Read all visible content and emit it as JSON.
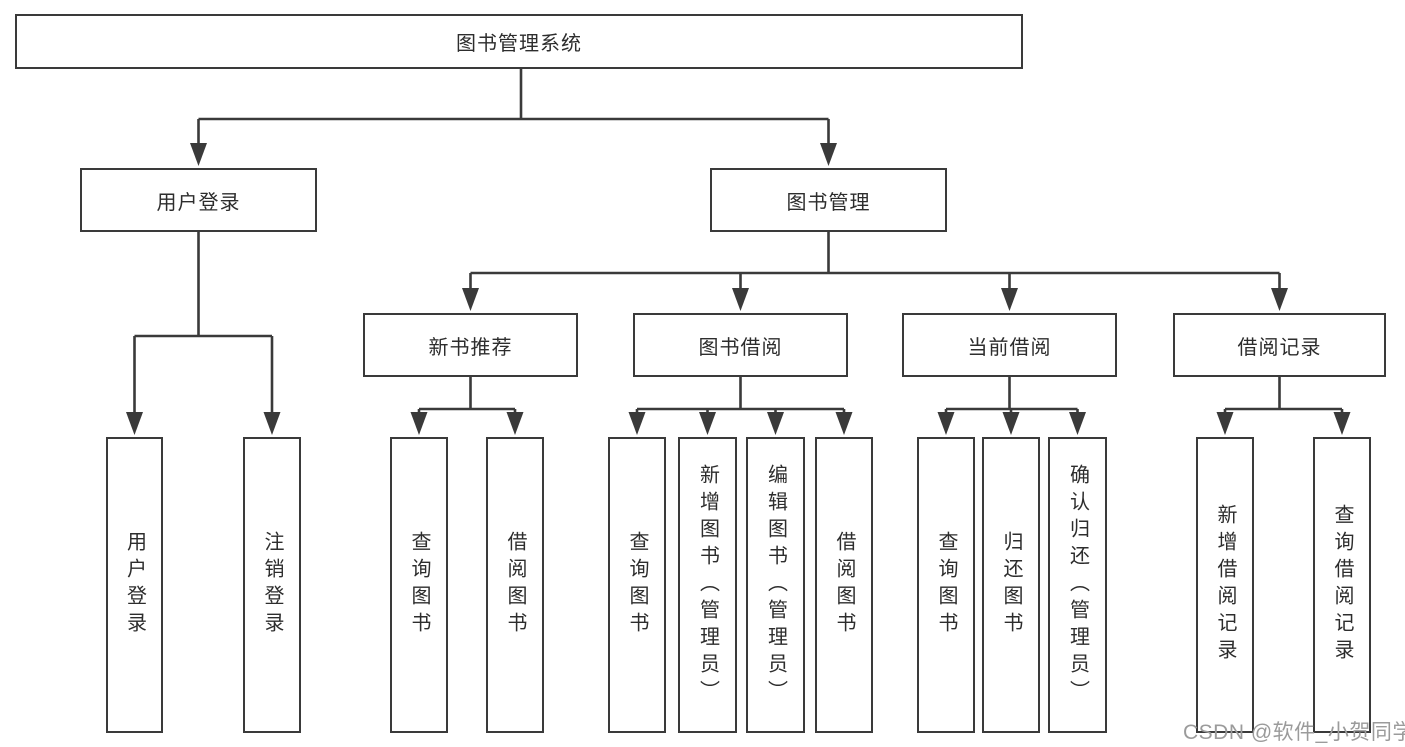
{
  "colors": {
    "line": "#3a3a3a",
    "text": "#2d2d2d",
    "node_fill": "#ffffff",
    "background": "#ffffff",
    "watermark": "#9b9b9b"
  },
  "watermark": {
    "text": "CSDN @软件_小贺同学"
  },
  "tree": {
    "label": "图书管理系统",
    "children": [
      {
        "label": "用户登录",
        "children": [
          {
            "label": "用户登录"
          },
          {
            "label": "注销登录"
          }
        ]
      },
      {
        "label": "图书管理",
        "children": [
          {
            "label": "新书推荐",
            "children": [
              {
                "label": "查询图书"
              },
              {
                "label": "借阅图书"
              }
            ]
          },
          {
            "label": "图书借阅",
            "children": [
              {
                "label": "查询图书"
              },
              {
                "label": "新增图书（管理员）"
              },
              {
                "label": "编辑图书（管理员）"
              },
              {
                "label": "借阅图书"
              }
            ]
          },
          {
            "label": "当前借阅",
            "children": [
              {
                "label": "查询图书"
              },
              {
                "label": "归还图书"
              },
              {
                "label": "确认归还（管理员）"
              }
            ]
          },
          {
            "label": "借阅记录",
            "children": [
              {
                "label": "新增借阅记录"
              },
              {
                "label": "查询借阅记录"
              }
            ]
          }
        ]
      }
    ]
  }
}
